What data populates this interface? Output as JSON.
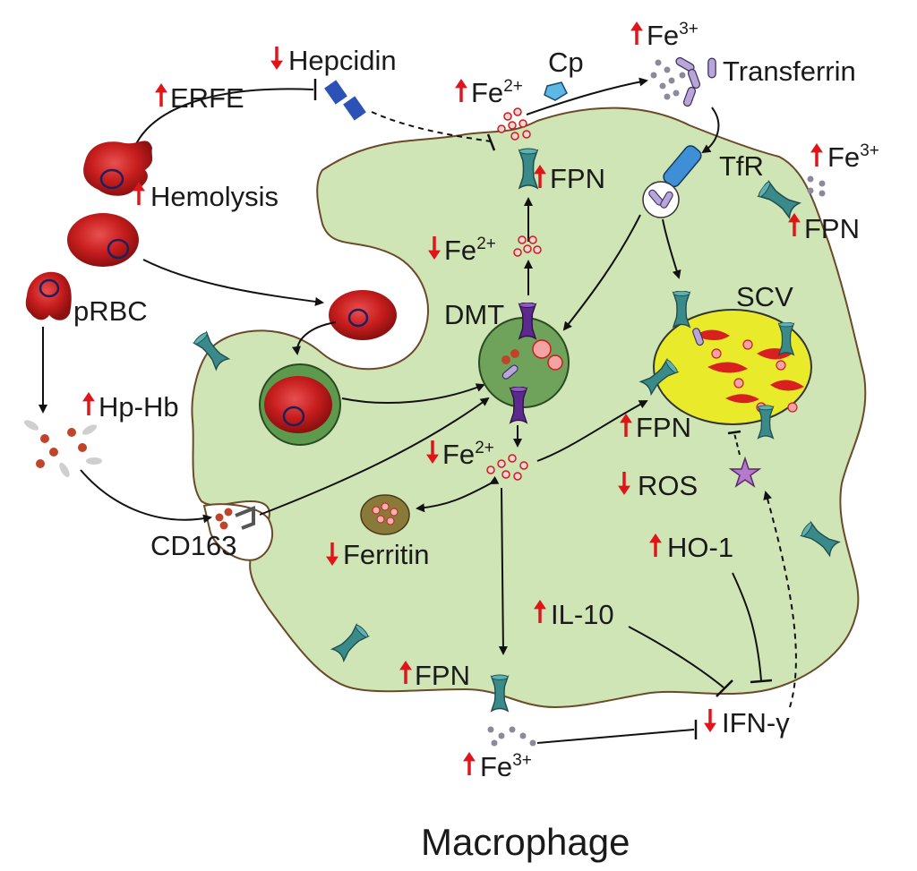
{
  "title": "Macrophage",
  "labels": {
    "erfe": "ERFE",
    "hepcidin": "Hepcidin",
    "hemolysis": "Hemolysis",
    "prbc": "pRBC",
    "hp_hb": "Hp-Hb",
    "cd163": "CD163",
    "cp": "Cp",
    "transferrin": "Transferrin",
    "tfr": "TfR",
    "fpn": "FPN",
    "fe": "Fe",
    "fe2_sup": "2+",
    "fe3_sup": "3+",
    "dmt": "DMT",
    "scv": "SCV",
    "ros": "ROS",
    "ferritin": "Ferritin",
    "ho1": "HO-1",
    "il10": "IL-10",
    "ifn": "IFN-γ"
  },
  "colors": {
    "cell_fill": "#cfe5b6",
    "cell_stroke": "#6b4a2a",
    "rbc": "#c81e1e",
    "scv_fill": "#e9ea2a",
    "endosome": "#6fa25a",
    "channel": "#3a8a8a",
    "arrow_up": "#e0151a",
    "arrow_down": "#e0151a",
    "hepcidin": "#2c52b8",
    "transferrin": "#b9a6d8"
  }
}
